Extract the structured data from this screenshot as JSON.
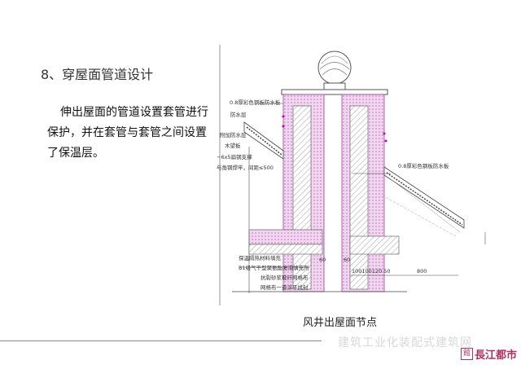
{
  "slide": {
    "title": "8、穿屋面管道设计",
    "body_lines": [
      "伸出屋面的管道设置套管进行",
      "保护，并在套管与套管之间设置",
      "了保温层。"
    ],
    "caption": "风井出屋面节点"
  },
  "drawing": {
    "labels": {
      "steel_plate_top": "0.8厚彩色钢板防水板",
      "waterproof": "防水层",
      "extra_waterproof": "附加防水层",
      "board": "木望板",
      "flat_steel": "−6x5扁钢支撑",
      "anchor": "与角钢焊牢，间距≤500",
      "steel_plate_right": "0.8厚彩色钢板防水板",
      "insulation": "保温隔热材料填充",
      "foam": "B1级气干型聚氨酯发泡填充剂",
      "mesh": "抗裂砂浆玻纤网格布",
      "finish": "网格布一道涂平找封"
    },
    "dims": {
      "left_60": "60",
      "right_60": "60",
      "series": "100100120 50",
      "span": "800"
    }
  },
  "footer": {
    "watermark": "建筑工业化装配式建筑网",
    "logo_mark": "館",
    "logo_name": "長江都市"
  }
}
